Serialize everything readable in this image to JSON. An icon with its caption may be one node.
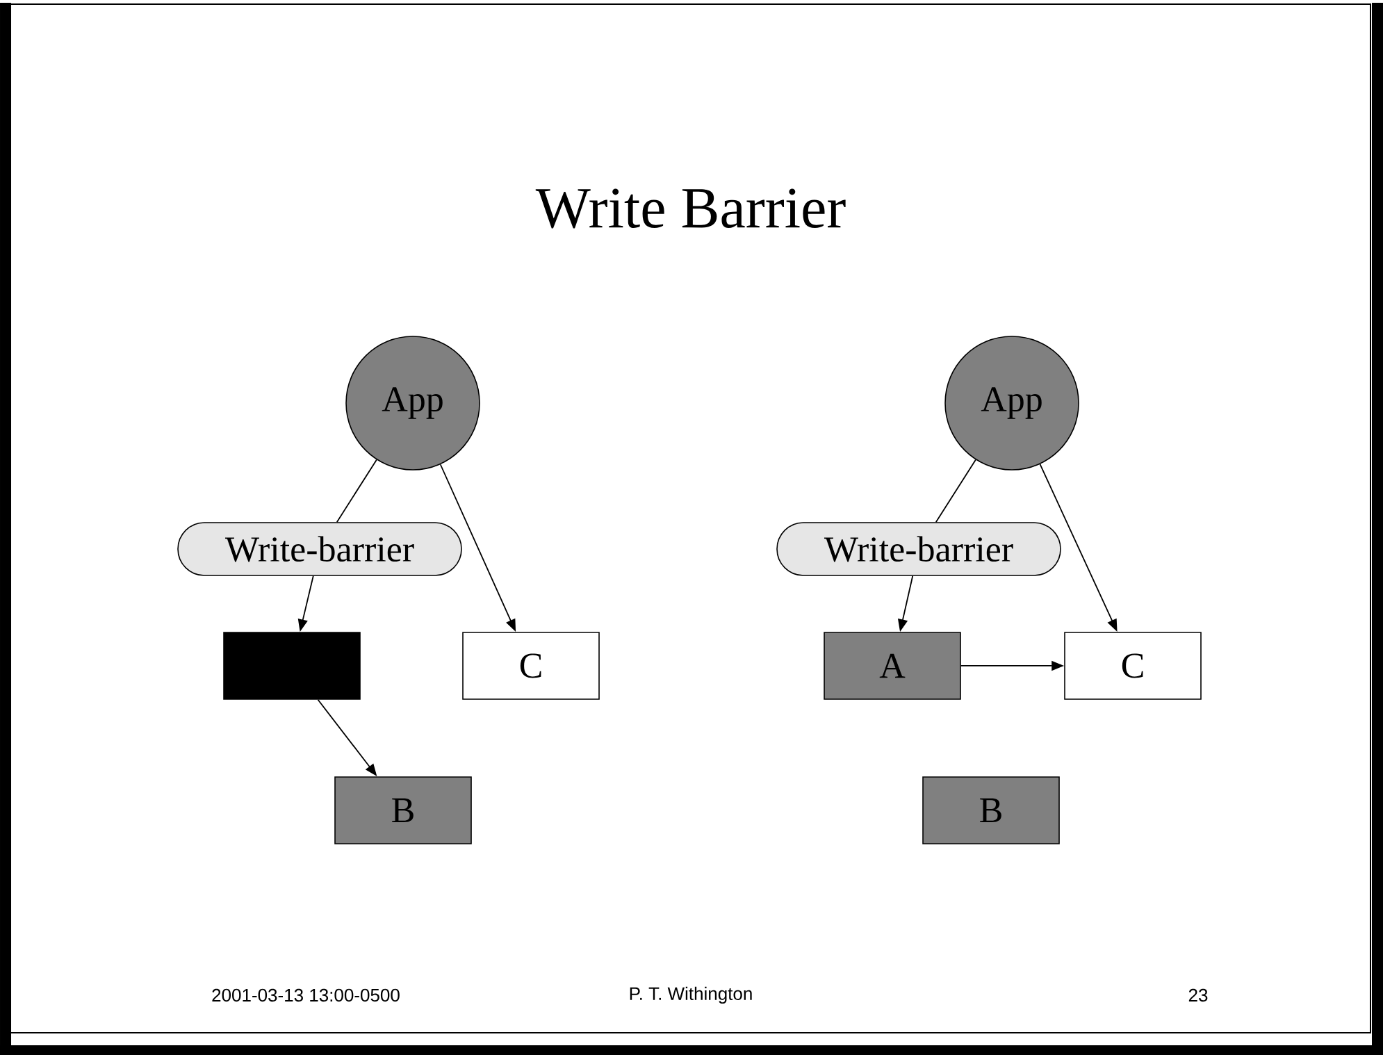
{
  "diagram": {
    "title": "Write Barrier",
    "nodes": [
      {
        "text": [
          "App"
        ]
      },
      {
        "text": [
          "Write-barrier"
        ]
      },
      {
        "text": [],
        "shape": "box"
      },
      {
        "text": [
          "C"
        ]
      },
      {
        "text": [
          "B"
        ]
      },
      {
        "text": [
          "App"
        ]
      },
      {
        "text": [
          "Write-barrier"
        ]
      },
      {
        "text": [
          "A"
        ]
      },
      {
        "text": [
          "C"
        ]
      },
      {
        "text": [
          "B"
        ]
      }
    ],
    "edges": [
      {
        "from": 0,
        "to": 1,
        "arrow": "none"
      },
      {
        "from": 1,
        "to": 2,
        "arrow": "to"
      },
      {
        "from": 0,
        "to": 3,
        "arrow": "to"
      },
      {
        "from": 2,
        "to": 4,
        "arrow": "to"
      },
      {
        "from": 5,
        "to": 6,
        "arrow": "none"
      },
      {
        "from": 6,
        "to": 7,
        "arrow": "to"
      },
      {
        "from": 5,
        "to": 8,
        "arrow": "to"
      },
      {
        "from": 7,
        "to": 8,
        "arrow": "to"
      }
    ],
    "labels": [
      "2001-03-13 13:00-0500",
      "P. T. Withington",
      "23"
    ]
  }
}
